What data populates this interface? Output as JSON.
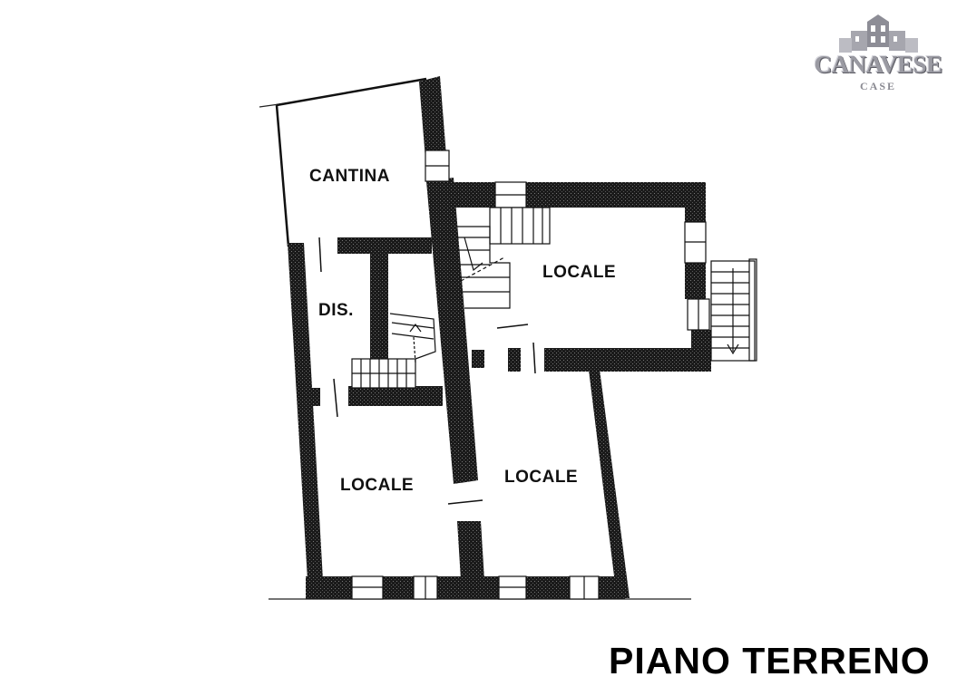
{
  "rooms": {
    "cantina": "CANTINA",
    "locale_top_right": "LOCALE",
    "dis": "DIS.",
    "locale_bottom_left": "LOCALE",
    "locale_bottom_center": "LOCALE"
  },
  "floor_title": "PIANO TERRENO",
  "logo": {
    "name": "CANAVESE",
    "sub": "CASE"
  }
}
